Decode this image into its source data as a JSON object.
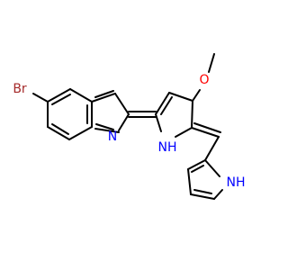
{
  "molecule": {
    "atom_labels": {
      "bromine": "Br",
      "indole_n": "N",
      "oxygen": "O",
      "pyrrole_nh": "NH",
      "pyrrole2_nh": "NH"
    },
    "colors": {
      "bromine": "#a52a2a",
      "nitrogen": "#0000ff",
      "oxygen": "#ff0000",
      "bond": "#000000",
      "background": "#ffffff"
    }
  }
}
